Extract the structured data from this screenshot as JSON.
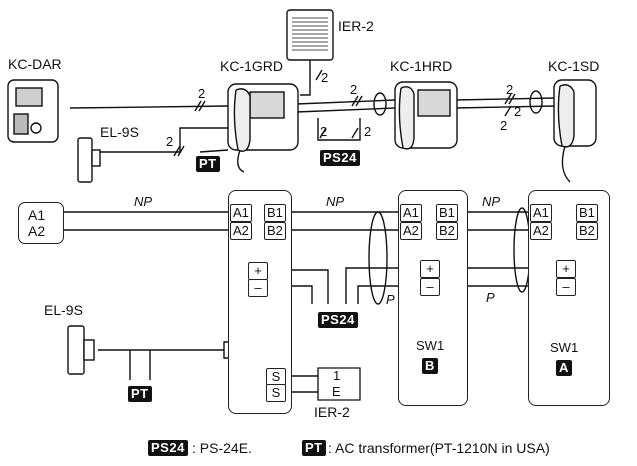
{
  "devices": {
    "kc_dar": "KC-DAR",
    "ier2_top": "IER-2",
    "kc_1grd": "KC-1GRD",
    "kc_1hrd": "KC-1HRD",
    "kc_1sd": "KC-1SD",
    "el9s_top": "EL-9S",
    "el9s_bottom": "EL-9S",
    "ier2_bottom": "IER-2"
  },
  "wire_counts": {
    "w1": "2",
    "w2": "2",
    "w3": "2",
    "w4": "2",
    "w5": "2",
    "w6": "2",
    "w7": "2",
    "w8": "2",
    "w9": "2"
  },
  "tags": {
    "pt": "PT",
    "ps24": "PS24",
    "sw_b": "B",
    "sw_a": "A"
  },
  "terminals": {
    "a1": "A1",
    "a2": "A2",
    "b1": "B1",
    "b2": "B2",
    "plus": "+",
    "minus": "–",
    "s": "S",
    "one": "1",
    "e": "E"
  },
  "wiring": {
    "np": "NP",
    "p": "P"
  },
  "switch_label": "SW1",
  "legend": {
    "ps24_desc": ": PS-24E.",
    "pt_desc": ": AC transformer(PT-1210N in USA)"
  }
}
